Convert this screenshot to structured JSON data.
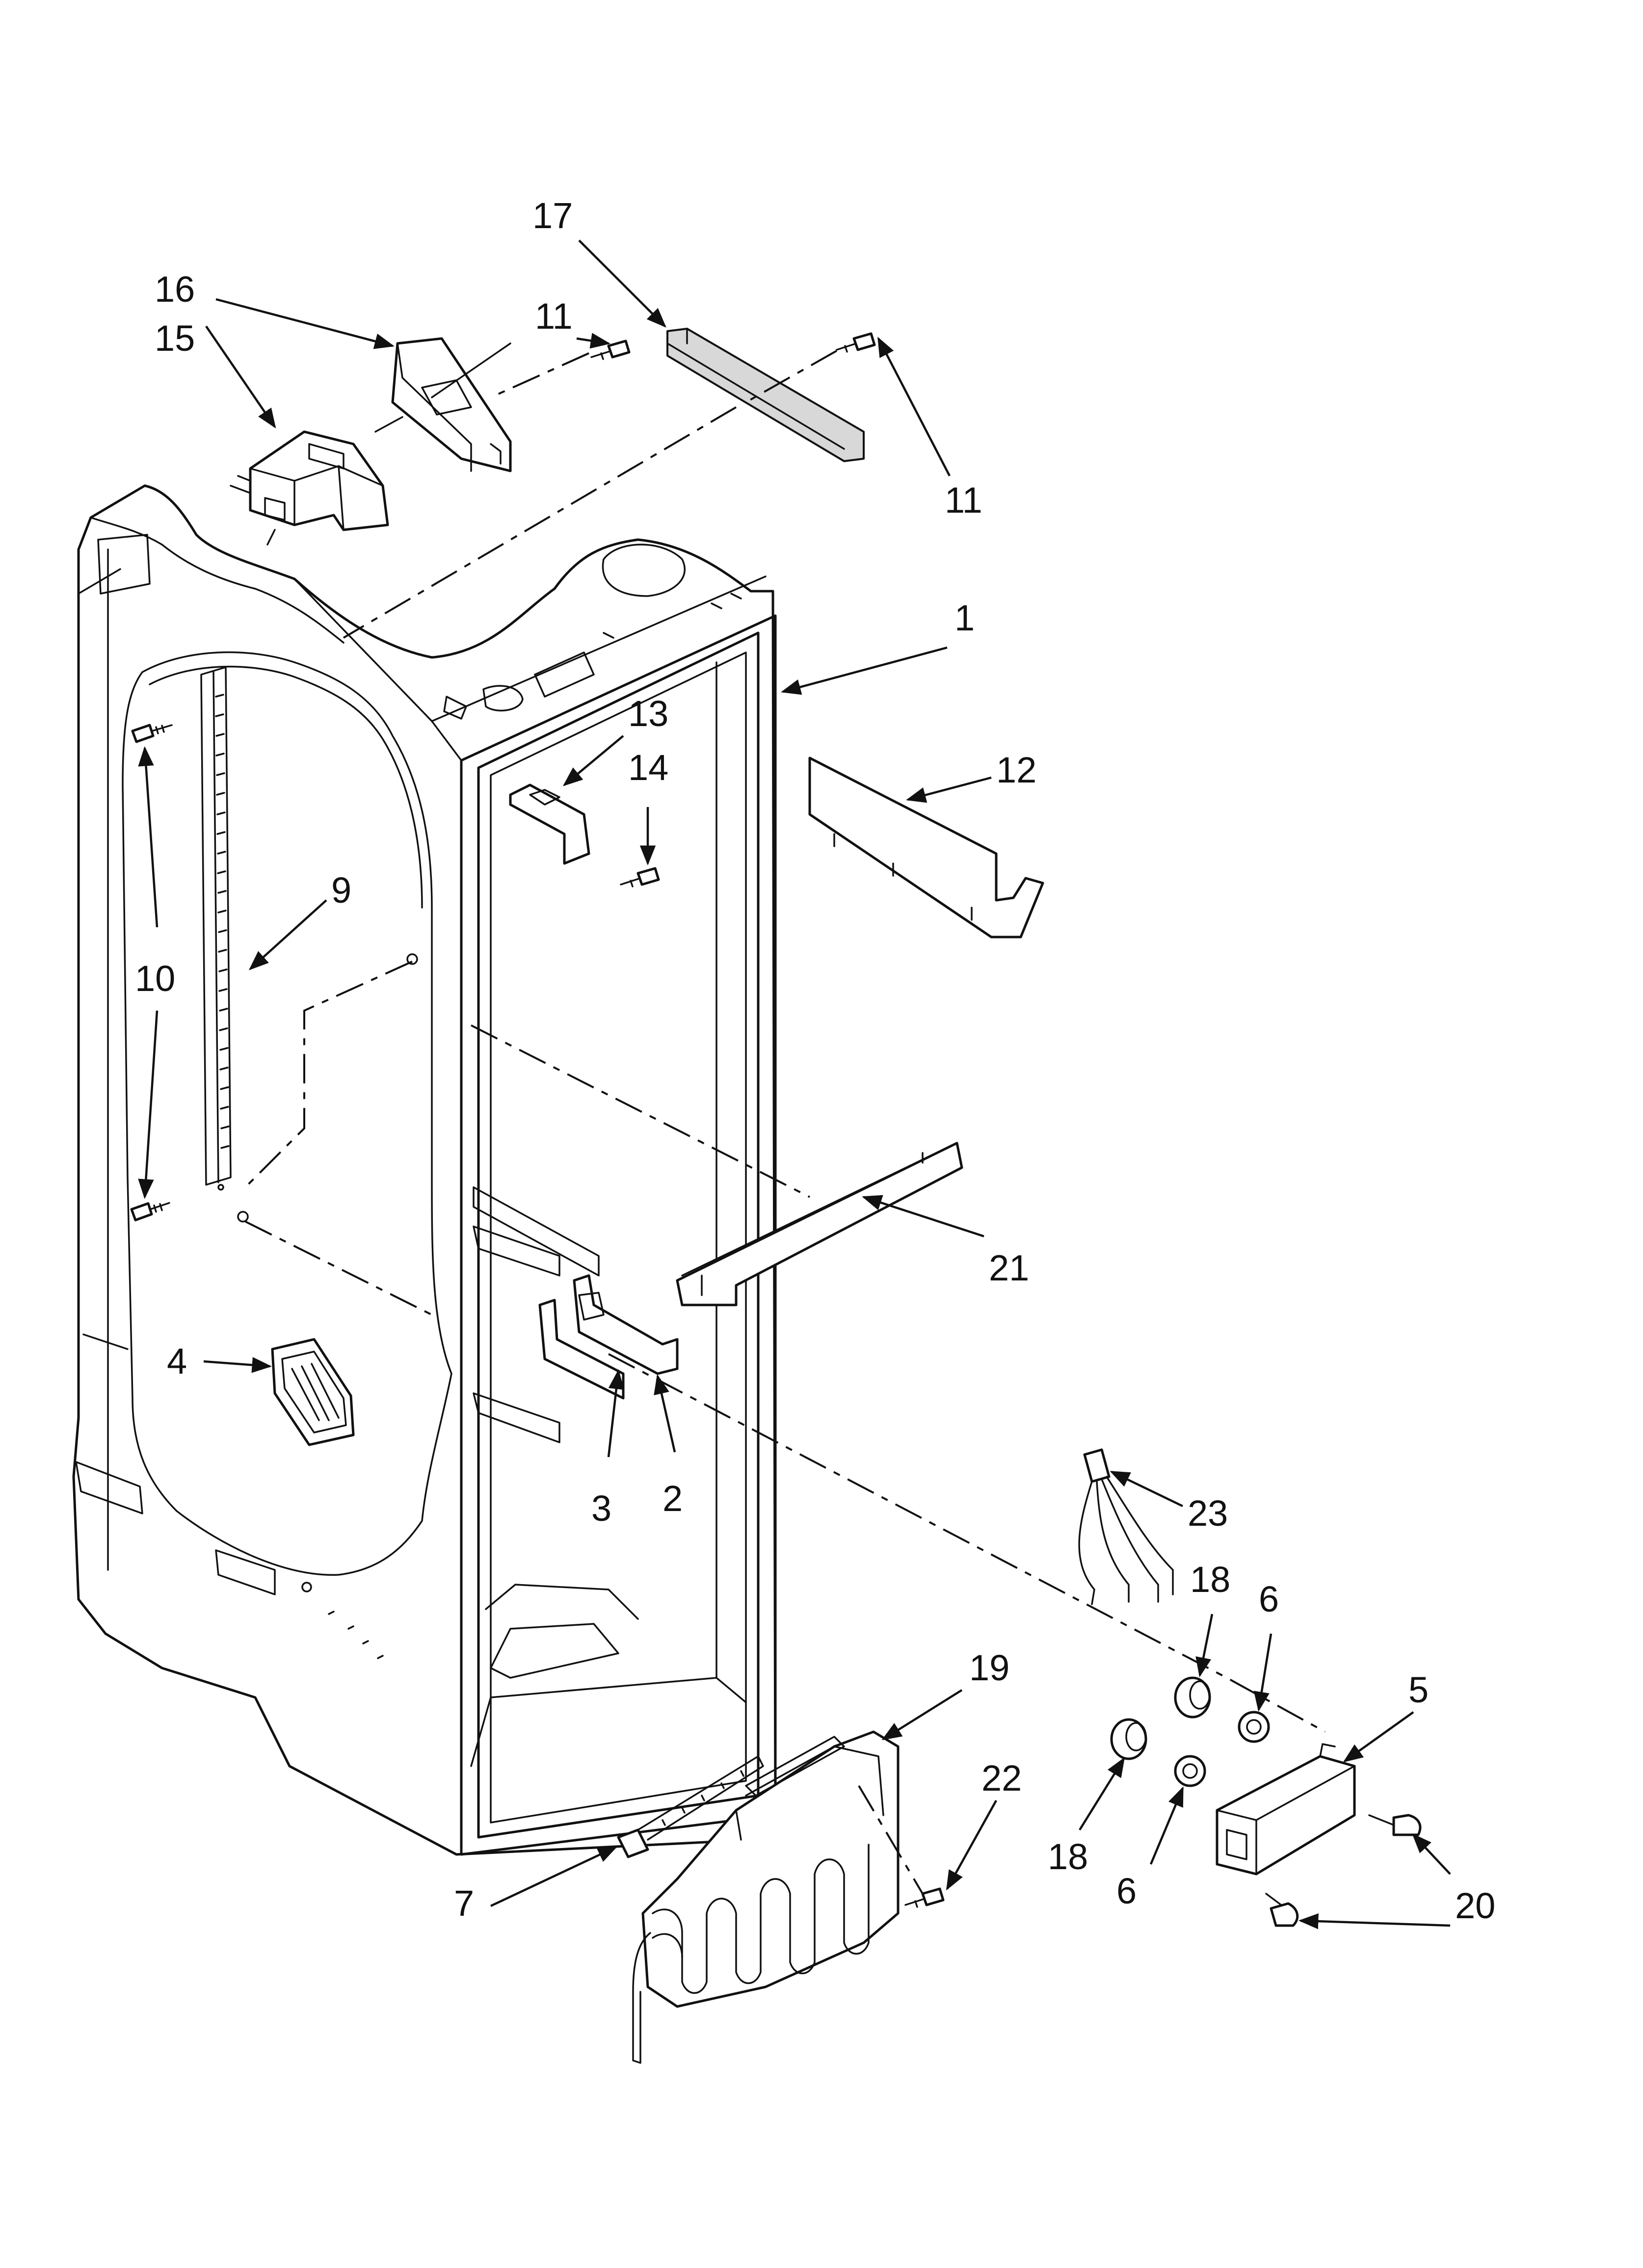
{
  "diagram": {
    "callouts": [
      {
        "id": "17a",
        "label": "17"
      },
      {
        "id": "16a",
        "label": "16"
      },
      {
        "id": "11a",
        "label": "11"
      },
      {
        "id": "15a",
        "label": "15"
      },
      {
        "id": "11b",
        "label": "11"
      },
      {
        "id": "1a",
        "label": "1"
      },
      {
        "id": "13a",
        "label": "13"
      },
      {
        "id": "14a",
        "label": "14"
      },
      {
        "id": "12a",
        "label": "12"
      },
      {
        "id": "9a",
        "label": "9"
      },
      {
        "id": "10a",
        "label": "10"
      },
      {
        "id": "21a",
        "label": "21"
      },
      {
        "id": "4a",
        "label": "4"
      },
      {
        "id": "3a",
        "label": "3"
      },
      {
        "id": "2a",
        "label": "2"
      },
      {
        "id": "23a",
        "label": "23"
      },
      {
        "id": "18a",
        "label": "18"
      },
      {
        "id": "6a",
        "label": "6"
      },
      {
        "id": "19a",
        "label": "19"
      },
      {
        "id": "5a",
        "label": "5"
      },
      {
        "id": "22a",
        "label": "22"
      },
      {
        "id": "18b",
        "label": "18"
      },
      {
        "id": "6b",
        "label": "6"
      },
      {
        "id": "20a",
        "label": "20"
      },
      {
        "id": "7a",
        "label": "7"
      }
    ]
  }
}
